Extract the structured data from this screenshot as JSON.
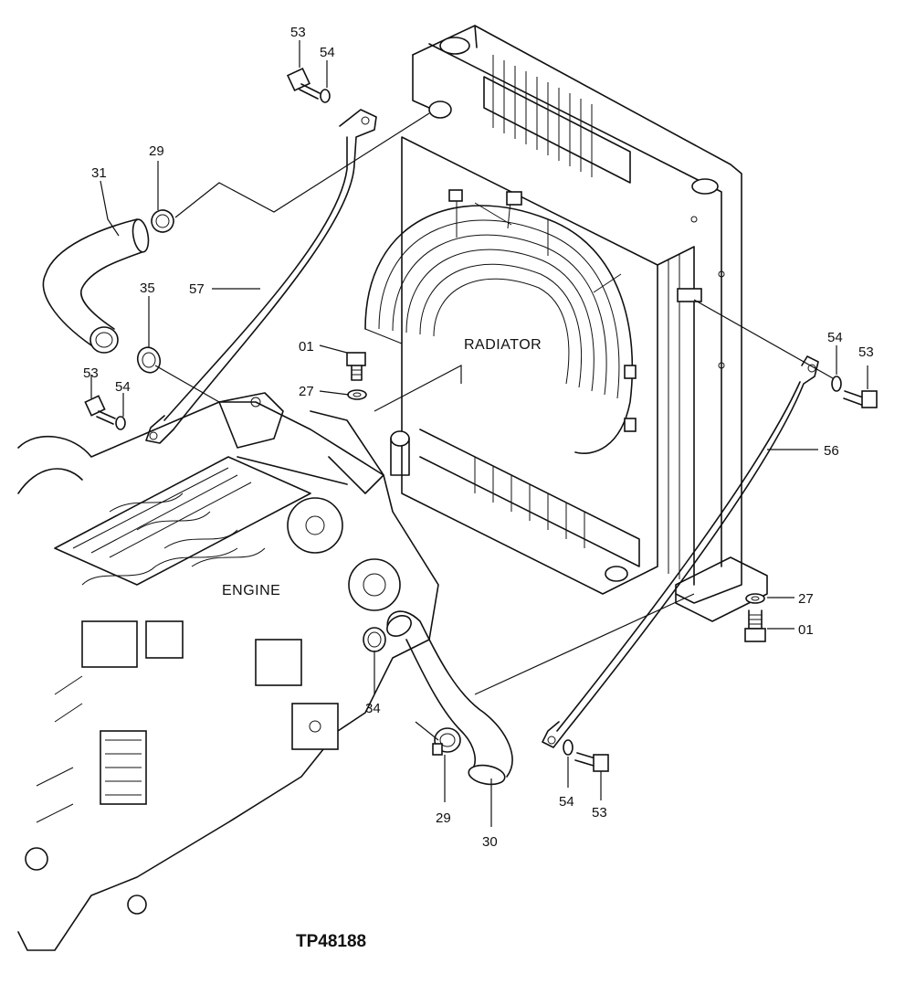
{
  "diagram": {
    "drawing_number": "TP48188",
    "component_labels": {
      "radiator": "RADIATOR",
      "engine": "ENGINE"
    },
    "callouts": [
      {
        "key": "53_top",
        "text": "53"
      },
      {
        "key": "54_top",
        "text": "54"
      },
      {
        "key": "29_top",
        "text": "29"
      },
      {
        "key": "31",
        "text": "31"
      },
      {
        "key": "35",
        "text": "35"
      },
      {
        "key": "57",
        "text": "57"
      },
      {
        "key": "01_top",
        "text": "01"
      },
      {
        "key": "27_top",
        "text": "27"
      },
      {
        "key": "53_left",
        "text": "53"
      },
      {
        "key": "54_left",
        "text": "54"
      },
      {
        "key": "54_right",
        "text": "54"
      },
      {
        "key": "53_right",
        "text": "53"
      },
      {
        "key": "56",
        "text": "56"
      },
      {
        "key": "27_right",
        "text": "27"
      },
      {
        "key": "01_right",
        "text": "01"
      },
      {
        "key": "34",
        "text": "34"
      },
      {
        "key": "29_bottom",
        "text": "29"
      },
      {
        "key": "30",
        "text": "30"
      },
      {
        "key": "54_bottom",
        "text": "54"
      },
      {
        "key": "53_bottom",
        "text": "53"
      }
    ]
  }
}
